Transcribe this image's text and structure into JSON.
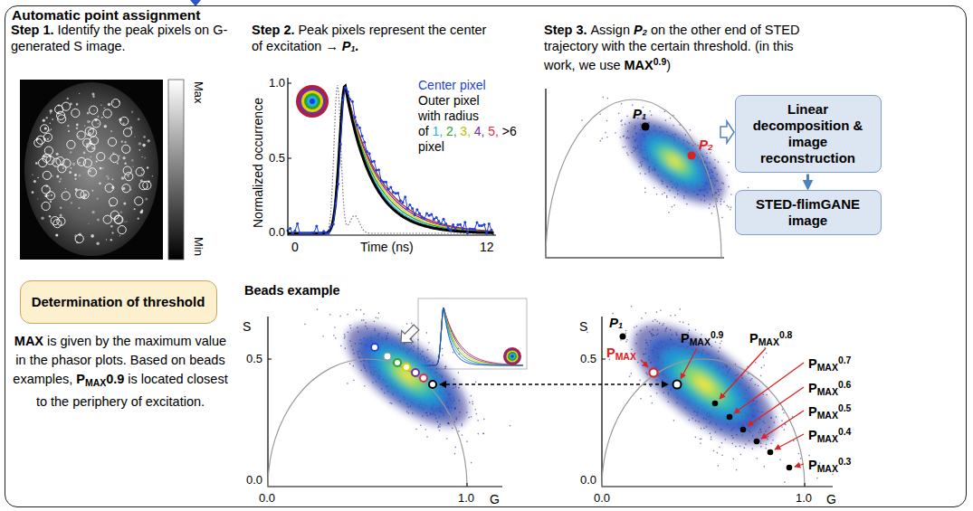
{
  "diagram": {
    "nodes": [
      {
        "text": [
          "Automatic point assignment"
        ]
      },
      {
        "text": [
          "Linear decomposition & image reconstruction"
        ],
        "in": 0
      },
      {
        "text": [
          "STED-flimGANE image"
        ],
        "in": 0
      },
      {
        "text": [
          "Determination of threshold"
        ],
        "in": 0
      }
    ],
    "edges": [
      {
        "from": 1,
        "to": 2,
        "arrow": "to"
      }
    ],
    "labels": [
      "Step 1.",
      "Identify the peak pixels on G-generated S image.",
      "Max",
      "Min",
      "Step 2.",
      "Peak pixels represent the center of excitation →",
      "P₁.",
      "Normalized occurrence",
      "1.0",
      "0.5",
      "0.0",
      "0",
      "Time (ns)",
      "12",
      "Center pixel",
      "Outer pixel with radius of",
      "1,",
      "2,",
      "3,",
      "4,",
      "5,",
      ">6 pixel",
      "Step 3.",
      "Assign",
      "P₂",
      "on the other end of STED trajectory with the certain threshold. (in this work, we use",
      "MAX",
      "0.9",
      ")",
      "P₁",
      "P₂",
      "MAX",
      "is given by the maximum value in the phasor plots. Based on beads examples,",
      "P",
      "MAX",
      "0.9",
      "is located closest to the periphery of excitation.",
      "Beads example",
      "S",
      "0.5",
      "0.0",
      "0.0",
      "1.0",
      "G",
      "S",
      "0.5",
      "0.0",
      "0.0",
      "1.0",
      "G",
      "P₁",
      "P",
      "MAX",
      "P",
      "MAX",
      "0.9",
      "P",
      "MAX",
      "0.8",
      "P",
      "MAX",
      "0.7",
      "P",
      "MAX",
      "0.6",
      "P",
      "MAX",
      "0.5",
      "P",
      "MAX",
      "0.4",
      "P",
      "MAX",
      "0.3"
    ]
  }
}
